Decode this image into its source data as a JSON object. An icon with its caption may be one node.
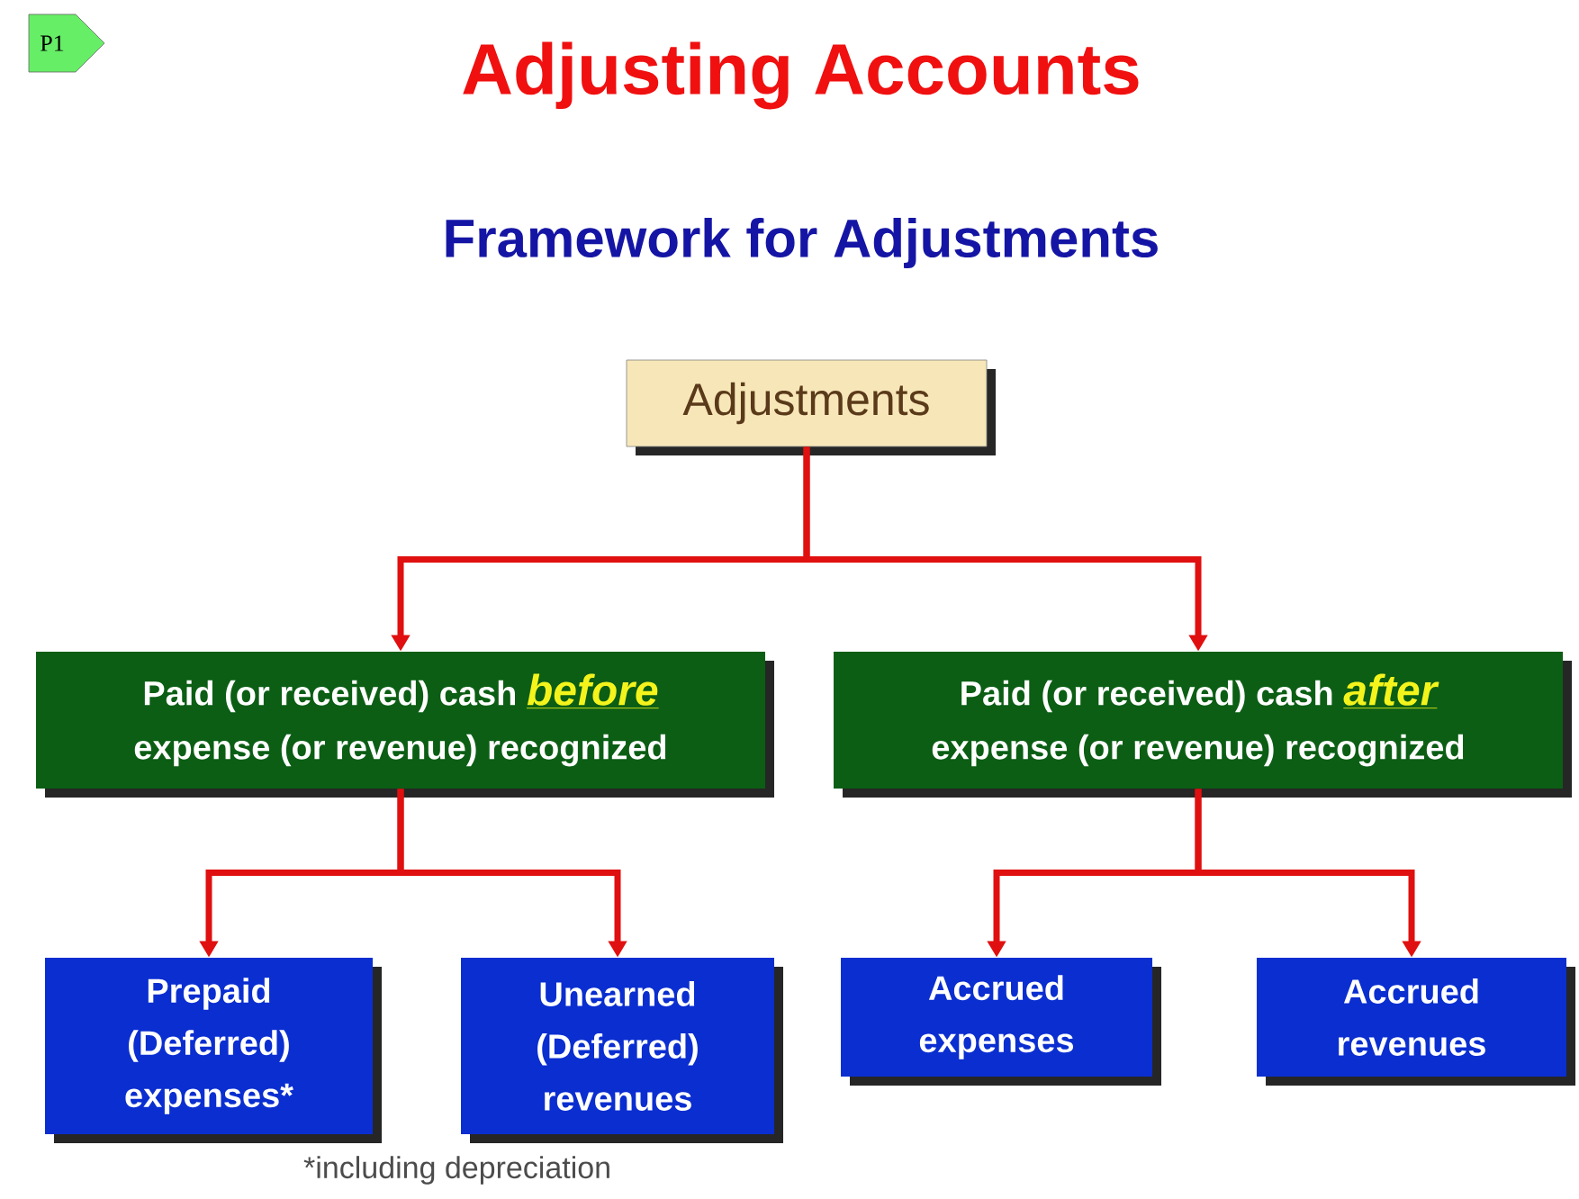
{
  "diagram": {
    "title": "Adjusting Accounts",
    "nodes": [
      {
        "text": [
          "P1"
        ]
      },
      {
        "text": [
          "Adjustments"
        ]
      },
      {
        "text": [
          "Paid (or received) cash",
          "before",
          "expense (or revenue) recognized"
        ]
      },
      {
        "text": [
          "Paid (or received) cash",
          "after",
          "expense (or revenue) recognized"
        ]
      },
      {
        "text": [
          "Prepaid (Deferred) expenses*"
        ]
      },
      {
        "text": [
          "Unearned (Deferred) revenues"
        ]
      },
      {
        "text": [
          "Accrued expenses"
        ]
      },
      {
        "text": [
          "Accrued revenues"
        ]
      }
    ],
    "edges": [
      {
        "from": 1,
        "to": 2,
        "arrow": "to"
      },
      {
        "from": 1,
        "to": 3,
        "arrow": "to"
      },
      {
        "from": 2,
        "to": 4,
        "arrow": "to"
      },
      {
        "from": 2,
        "to": 5,
        "arrow": "to"
      },
      {
        "from": 3,
        "to": 6,
        "arrow": "to"
      },
      {
        "from": 3,
        "to": 7,
        "arrow": "to"
      }
    ],
    "labels": [
      "Framework for Adjustments",
      "*including depreciation"
    ]
  }
}
